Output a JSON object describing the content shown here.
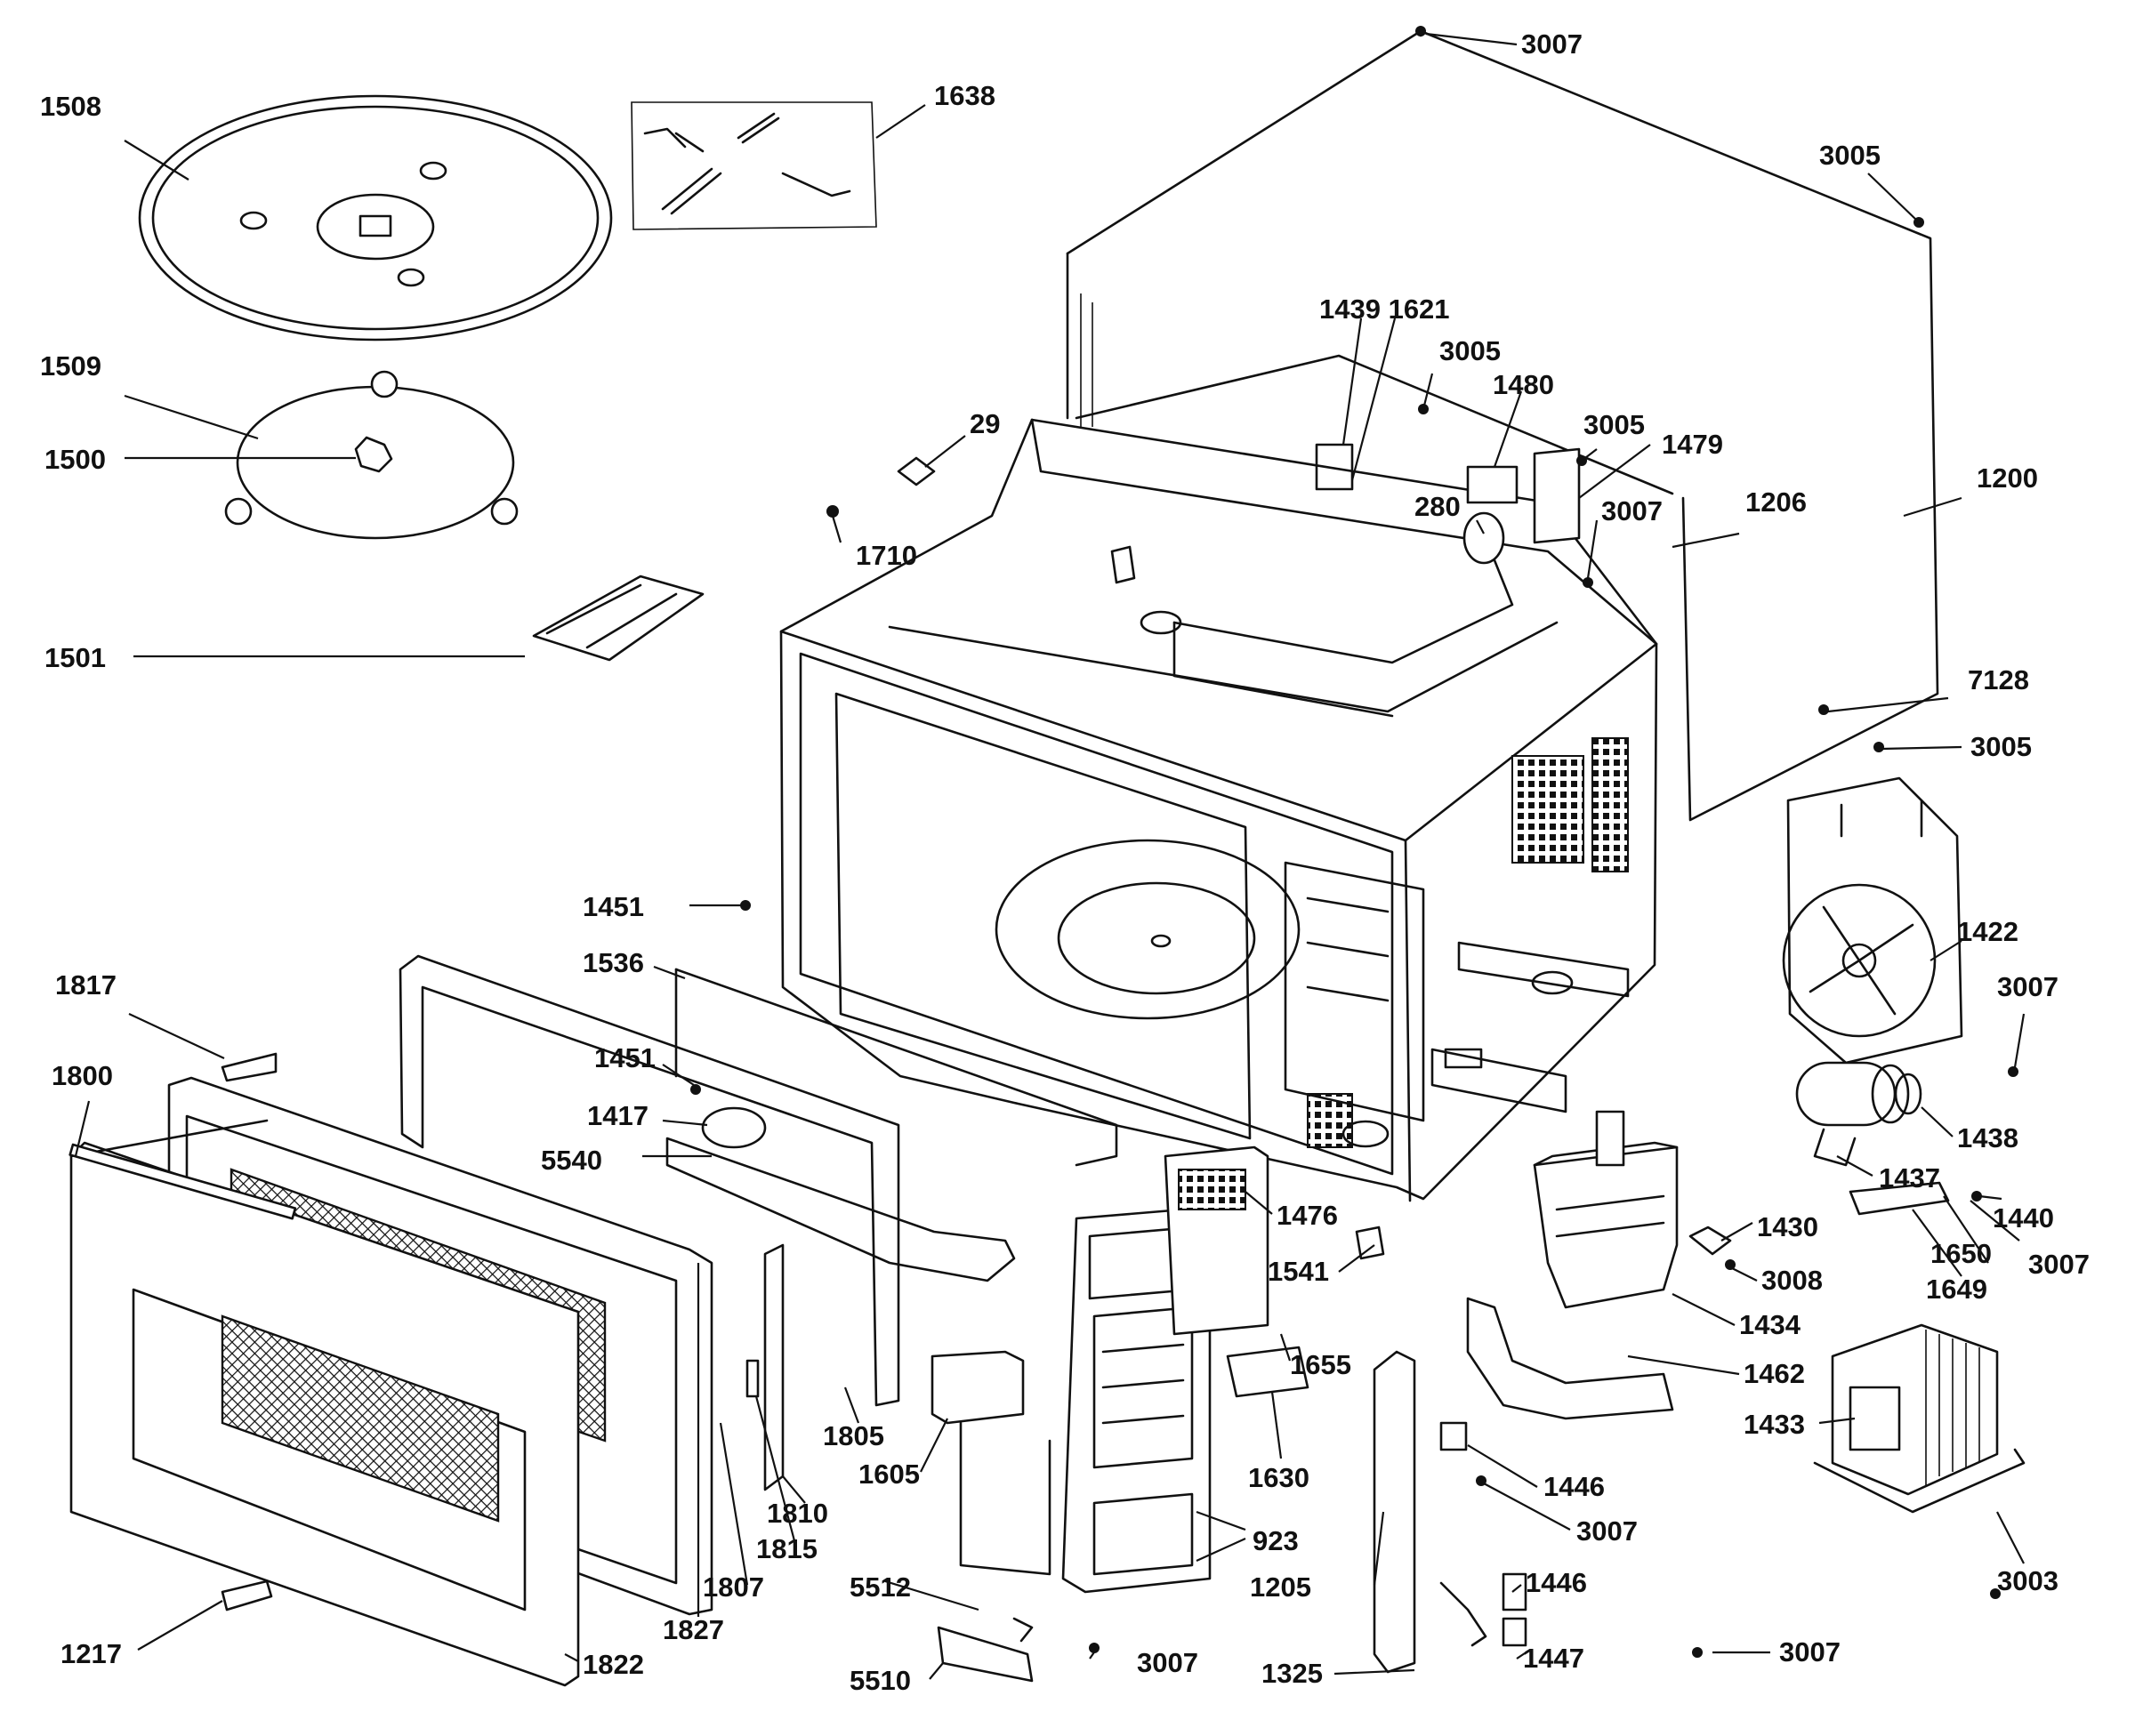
{
  "callouts": [
    {
      "text": "1508"
    },
    {
      "text": "1638"
    },
    {
      "text": "3007"
    },
    {
      "text": "3005"
    },
    {
      "text": "1509"
    },
    {
      "text": "1500"
    },
    {
      "text": "1439 1621"
    },
    {
      "text": "3005"
    },
    {
      "text": "1480"
    },
    {
      "text": "3005"
    },
    {
      "text": "1479"
    },
    {
      "text": "1200"
    },
    {
      "text": "29"
    },
    {
      "text": "280"
    },
    {
      "text": "3007"
    },
    {
      "text": "1206"
    },
    {
      "text": "1710"
    },
    {
      "text": "1501"
    },
    {
      "text": "7128"
    },
    {
      "text": "3005"
    },
    {
      "text": "1451"
    },
    {
      "text": "1536"
    },
    {
      "text": "1422"
    },
    {
      "text": "3007"
    },
    {
      "text": "1817"
    },
    {
      "text": "1451"
    },
    {
      "text": "1800"
    },
    {
      "text": "1417"
    },
    {
      "text": "1438"
    },
    {
      "text": "5540"
    },
    {
      "text": "1437"
    },
    {
      "text": "1476"
    },
    {
      "text": "1430"
    },
    {
      "text": "1440"
    },
    {
      "text": "1650"
    },
    {
      "text": "3007"
    },
    {
      "text": "3008"
    },
    {
      "text": "1541"
    },
    {
      "text": "1649"
    },
    {
      "text": "1434"
    },
    {
      "text": "1655"
    },
    {
      "text": "1462"
    },
    {
      "text": "1433"
    },
    {
      "text": "1605"
    },
    {
      "text": "1805"
    },
    {
      "text": "1630"
    },
    {
      "text": "1446"
    },
    {
      "text": "1810"
    },
    {
      "text": "3007"
    },
    {
      "text": "1815"
    },
    {
      "text": "923"
    },
    {
      "text": "3003"
    },
    {
      "text": "1807"
    },
    {
      "text": "1446"
    },
    {
      "text": "1205"
    },
    {
      "text": "5512"
    },
    {
      "text": "1827"
    },
    {
      "text": "3007"
    },
    {
      "text": "1217"
    },
    {
      "text": "1822"
    },
    {
      "text": "5510"
    },
    {
      "text": "3007"
    },
    {
      "text": "1325"
    },
    {
      "text": "1447"
    }
  ]
}
